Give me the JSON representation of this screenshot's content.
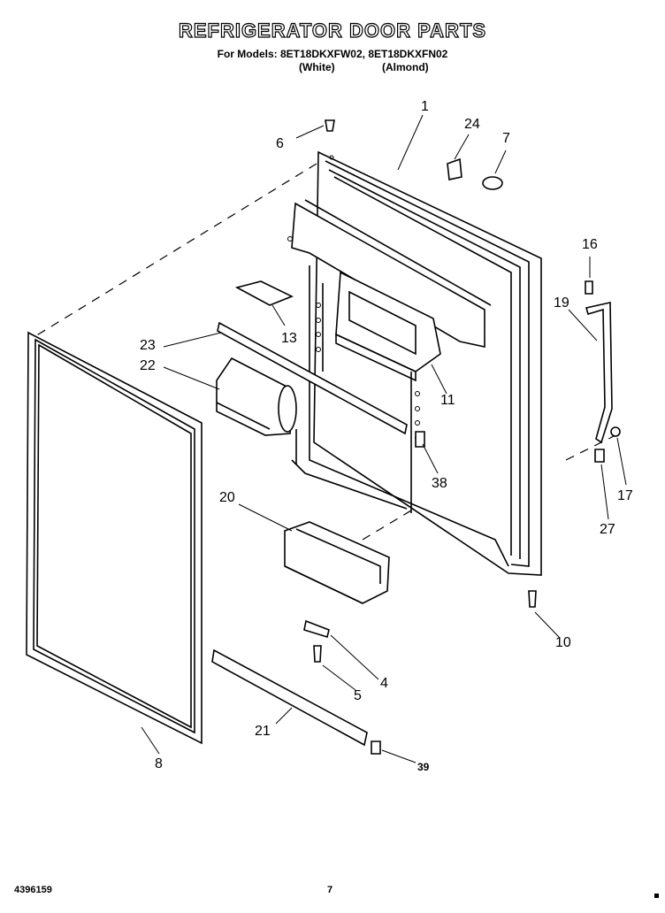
{
  "header": {
    "title": "REFRIGERATOR DOOR PARTS",
    "models_line": "For Models: 8ET18DKXFW02, 8ET18DKXFN02",
    "variant_white": "(White)",
    "variant_almond": "(Almond)"
  },
  "callouts": {
    "c1": "1",
    "c24": "24",
    "c7": "7",
    "c6": "6",
    "c16": "16",
    "c19": "19",
    "c13": "13",
    "c23": "23",
    "c22": "22",
    "c11": "11",
    "c38": "38",
    "c17": "17",
    "c27": "27",
    "c20": "20",
    "c10": "10",
    "c4": "4",
    "c5": "5",
    "c21": "21",
    "c39": "39",
    "c8": "8"
  },
  "footer": {
    "doc_number": "4396159",
    "page_number": "7"
  }
}
